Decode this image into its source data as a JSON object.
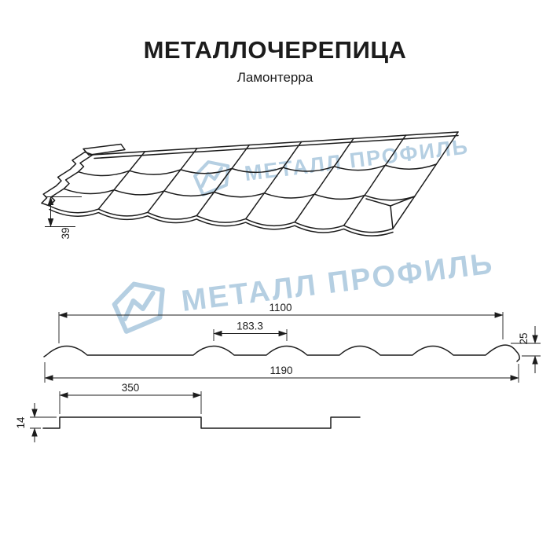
{
  "header": {
    "title": "МЕТАЛЛОЧЕРЕПИЦА",
    "subtitle": "Ламонтерра"
  },
  "watermark": {
    "text": "МЕТАЛЛ ПРОФИЛЬ"
  },
  "dimensions": {
    "profile_height_mm": "39",
    "cover_width_mm": "1100",
    "wave_pitch_mm": "183.3",
    "wave_height_mm": "25",
    "full_width_mm": "1190",
    "module_length_mm": "350",
    "step_height_mm": "14"
  },
  "colors": {
    "line": "#1c1c1c",
    "watermark": "#a9c7dd",
    "background": "#ffffff"
  }
}
